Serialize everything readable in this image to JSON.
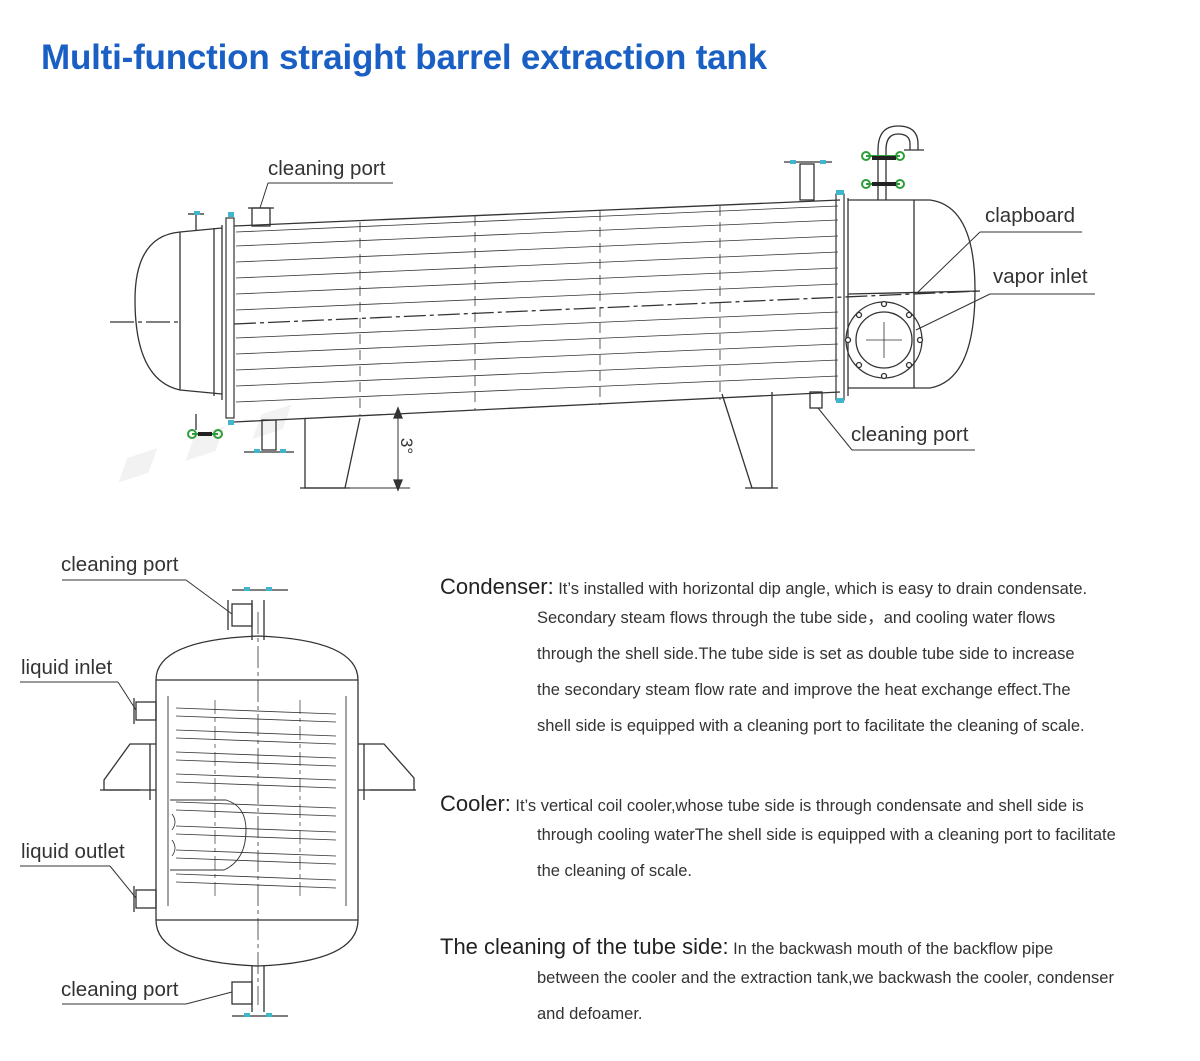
{
  "title": "Multi-function straight barrel extraction tank",
  "labels": {
    "top_cleaning_port": "cleaning port",
    "clapboard": "clapboard",
    "vapor_inlet": "vapor inlet",
    "right_cleaning_port": "cleaning port",
    "incline": "3°",
    "side_cleaning_port_top": "cleaning port",
    "liquid_inlet": "liquid inlet",
    "liquid_outlet": "liquid outlet",
    "side_cleaning_port_bottom": "cleaning port"
  },
  "sections": {
    "condenser": {
      "heading": "Condenser:",
      "line1": "It’s installed with horizontal dip angle, which is easy to drain condensate.",
      "line2": "Secondary steam flows through the tube side，and cooling water flows",
      "line3": "through the shell side.The tube side is set as double tube side to increase",
      "line4": "the secondary steam flow rate and improve the heat exchange effect.The",
      "line5": "shell side is equipped with a cleaning port to facilitate the cleaning of scale."
    },
    "cooler": {
      "heading": "Cooler:",
      "line1": "It’s vertical coil cooler,whose tube side is through condensate and shell side is",
      "line2": "through cooling waterThe shell side is equipped with a cleaning port to facilitate",
      "line3": "the cleaning of scale."
    },
    "tube_cleaning": {
      "heading": "The cleaning of the tube side:",
      "line1": "In the backwash mouth of the backflow pipe",
      "line2": "between the cooler and the extraction tank,we backwash the cooler, condenser",
      "line3": "and defoamer."
    }
  },
  "colors": {
    "title": "#1a5fc4",
    "line": "#333333",
    "valve_green": "#2e9e3a",
    "flange_cyan": "#3fb6c9"
  }
}
